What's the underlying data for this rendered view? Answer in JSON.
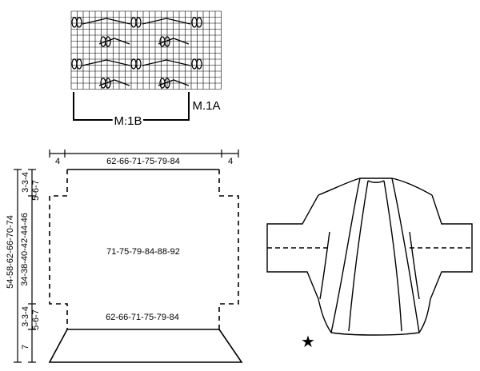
{
  "chart": {
    "label_m1b": "M.1B",
    "label_m1a": "M.1A"
  },
  "pattern": {
    "top_width": "62-66-71-75-79-84",
    "side_edge_left": "4",
    "side_edge_right": "4",
    "body_width": "71-75-79-84-88-92",
    "bottom_width": "62-66-71-75-79-84",
    "left_total_height": "54-58-62-66-70-74",
    "left_mid_height": "34-38-40-42-44-46",
    "left_top_step_a": "3-3-4",
    "left_top_step_b": "5-6-7",
    "left_bottom_step_a": "3-3-4",
    "left_bottom_step_b": "5-6-7",
    "left_rib_height": "7"
  },
  "garment": {
    "marker_symbol": "★"
  }
}
